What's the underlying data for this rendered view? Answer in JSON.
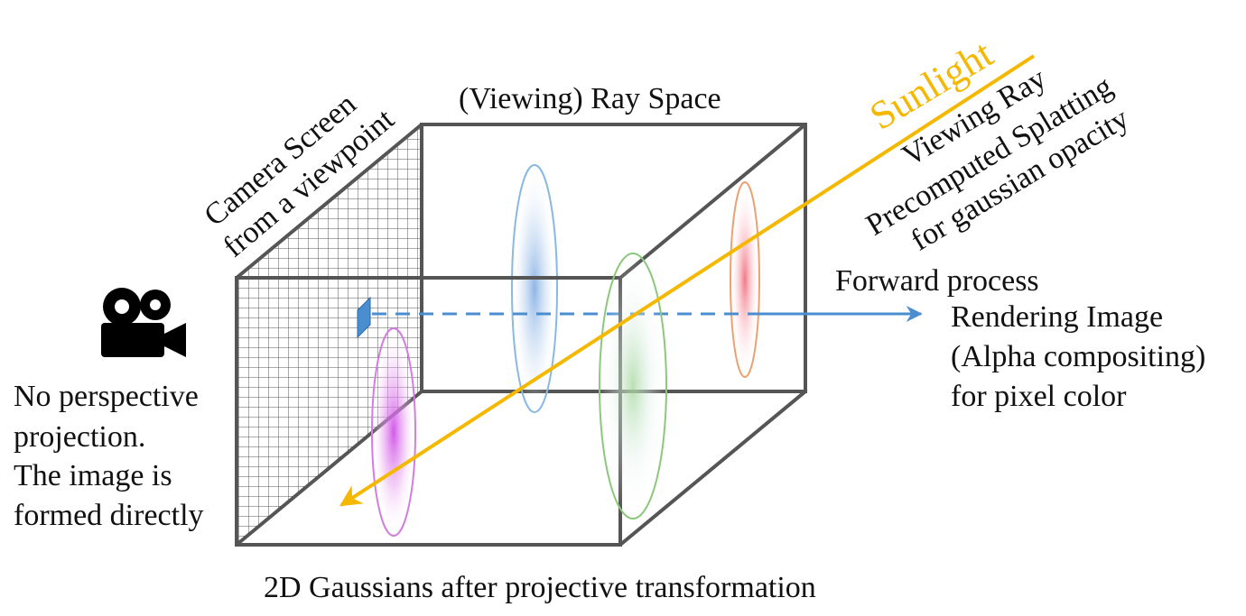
{
  "labels": {
    "ray_space": "(Viewing) Ray Space",
    "camera_screen_line1": "Camera Screen",
    "camera_screen_line2": "from a viewpoint",
    "sunlight": "Sunlight",
    "viewing_ray": "Viewing Ray",
    "precomputed_line1": "Precomputed Splatting",
    "precomputed_line2": "for gaussian opacity",
    "forward_process": "Forward process",
    "rendering_line1": "Rendering Image",
    "rendering_line2": "(Alpha compositing)",
    "rendering_line3": "for pixel color",
    "no_persp_line1": "No perspective",
    "no_persp_line2": "projection.",
    "no_persp_line3": "The image is",
    "no_persp_line4": "formed directly",
    "bottom_caption": "2D Gaussians after projective transformation"
  },
  "icons": {
    "camera": "video-camera-icon"
  },
  "colors": {
    "box": "#555555",
    "sunlight": "#f5b800",
    "viewing_ray": "#4a8ed0",
    "gaussian_magenta": "#d47de0",
    "gaussian_blue": "#8ab8e0",
    "gaussian_green": "#8cc87c",
    "gaussian_red": "#f0a070"
  }
}
